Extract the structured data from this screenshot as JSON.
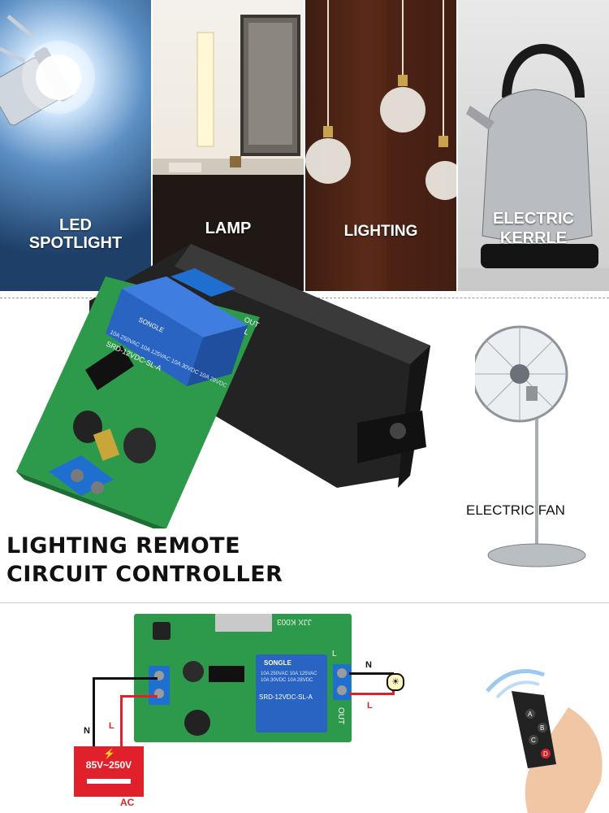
{
  "panels": [
    {
      "label_line1": "LED",
      "label_line2": "SPOTLIGHT"
    },
    {
      "label_line1": "LAMP",
      "label_line2": ""
    },
    {
      "label_line1": "LIGHTING",
      "label_line2": ""
    },
    {
      "label_line1": "ELECTRIC",
      "label_line2": "KERRLE"
    }
  ],
  "module": {
    "relay_brand": "SONGLE",
    "relay_model": "SRD-12VDC-SL-A",
    "relay_rating": "10A 250VAC 10A 125VAC 10A 30VDC 10A 28VDC",
    "out_label": "OUT",
    "l_label": "L"
  },
  "fan_label": "ELECTRIC FAN",
  "title_line1": "LIGHTING REMOTE",
  "title_line2": "CIRCUIT CONTROLLER",
  "diagram": {
    "pcb_text": "JJX K003",
    "relay_model": "SRD-12VDC-SL-A",
    "relay_brand": "SONGLE",
    "relay_rating": "10A 250VAC 10A 125VAC 10A 30VDC 10A 28VDC",
    "out_label": "OUT",
    "l_label": "L",
    "n_left": "N",
    "l_left": "L",
    "n_right": "N",
    "l_right": "L",
    "supply_label": "85V~250V",
    "ac_label": "AC"
  },
  "remote_buttons": [
    "A",
    "B",
    "C",
    "D"
  ],
  "colors": {
    "pcb_green": "#2c9a4a",
    "terminal_blue": "#1f6fd1",
    "relay_blue": "#2a64c2",
    "wire_red": "#e0202a",
    "box_black": "#1e1e1e"
  }
}
